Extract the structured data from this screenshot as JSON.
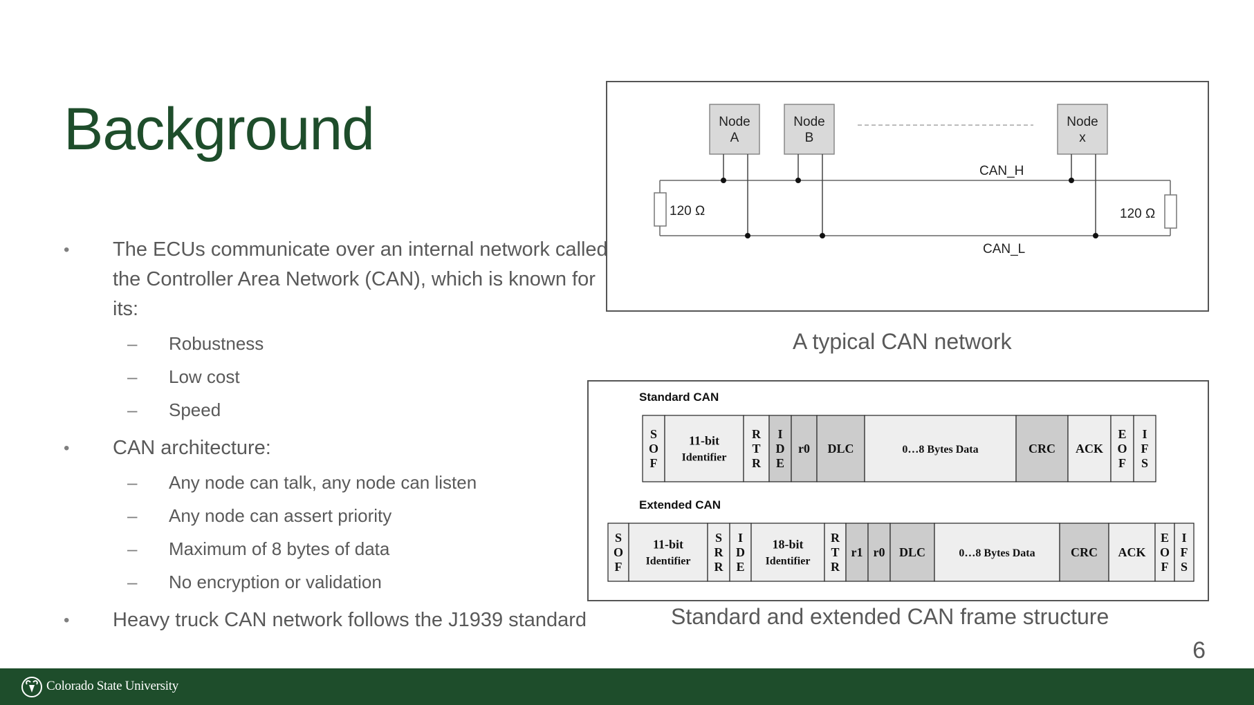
{
  "slide": {
    "title": "Background",
    "page_number": "6",
    "bullets": [
      {
        "text": "The ECUs communicate over an internal network called the Controller Area Network (CAN), which is known for its:",
        "sub": [
          "Robustness",
          "Low cost",
          "Speed"
        ]
      },
      {
        "text": "CAN architecture:",
        "sub": [
          "Any node can talk, any node can listen",
          "Any node can assert priority",
          "Maximum of 8 bytes of data",
          "No encryption or validation"
        ]
      },
      {
        "text": "Heavy truck CAN network follows the J1939 standard",
        "sub": []
      }
    ],
    "bullet_glyph": "•",
    "dash_glyph": "–"
  },
  "network_diagram": {
    "nodes": [
      {
        "line1": "Node",
        "line2": "A"
      },
      {
        "line1": "Node",
        "line2": "B"
      },
      {
        "line1": "Node",
        "line2": "x"
      }
    ],
    "bus_high": "CAN_H",
    "bus_low": "CAN_L",
    "resistor_left": "120 Ω",
    "resistor_right": "120 Ω",
    "caption": "A typical CAN network"
  },
  "frame_diagram": {
    "standard_label": "Standard CAN",
    "extended_label": "Extended CAN",
    "caption": "Standard and extended CAN frame structure",
    "standard_fields": [
      {
        "lines": [
          "S",
          "O",
          "F"
        ],
        "shade": "light"
      },
      {
        "lines": [
          "11-bit",
          "Identifier"
        ],
        "shade": "light"
      },
      {
        "lines": [
          "R",
          "T",
          "R"
        ],
        "shade": "light"
      },
      {
        "lines": [
          "I",
          "D",
          "E"
        ],
        "shade": "dark"
      },
      {
        "lines": [
          "r0"
        ],
        "shade": "dark"
      },
      {
        "lines": [
          "DLC"
        ],
        "shade": "dark"
      },
      {
        "lines": [
          "0…8 Bytes Data"
        ],
        "shade": "light"
      },
      {
        "lines": [
          "CRC"
        ],
        "shade": "dark"
      },
      {
        "lines": [
          "ACK"
        ],
        "shade": "light"
      },
      {
        "lines": [
          "E",
          "O",
          "F"
        ],
        "shade": "light"
      },
      {
        "lines": [
          "I",
          "F",
          "S"
        ],
        "shade": "light"
      }
    ],
    "extended_fields": [
      {
        "lines": [
          "S",
          "O",
          "F"
        ],
        "shade": "light"
      },
      {
        "lines": [
          "11-bit",
          "Identifier"
        ],
        "shade": "light"
      },
      {
        "lines": [
          "S",
          "R",
          "R"
        ],
        "shade": "light"
      },
      {
        "lines": [
          "I",
          "D",
          "E"
        ],
        "shade": "light"
      },
      {
        "lines": [
          "18-bit",
          "Identifier"
        ],
        "shade": "light"
      },
      {
        "lines": [
          "R",
          "T",
          "R"
        ],
        "shade": "light"
      },
      {
        "lines": [
          "r1"
        ],
        "shade": "dark"
      },
      {
        "lines": [
          "r0"
        ],
        "shade": "dark"
      },
      {
        "lines": [
          "DLC"
        ],
        "shade": "dark"
      },
      {
        "lines": [
          "0…8 Bytes Data"
        ],
        "shade": "light"
      },
      {
        "lines": [
          "CRC"
        ],
        "shade": "dark"
      },
      {
        "lines": [
          "ACK"
        ],
        "shade": "light"
      },
      {
        "lines": [
          "E",
          "O",
          "F"
        ],
        "shade": "light"
      },
      {
        "lines": [
          "I",
          "F",
          "S"
        ],
        "shade": "light"
      }
    ]
  },
  "footer": {
    "university": "Colorado State University",
    "logo_icon": "ram-head-logo-icon"
  },
  "colors": {
    "title_green": "#1e4d2b",
    "footer_green": "#1e4d2b",
    "body_text": "#595959",
    "cell_light": "#eeeeee",
    "cell_dark": "#cccccc",
    "node_fill": "#d9d9d9"
  }
}
